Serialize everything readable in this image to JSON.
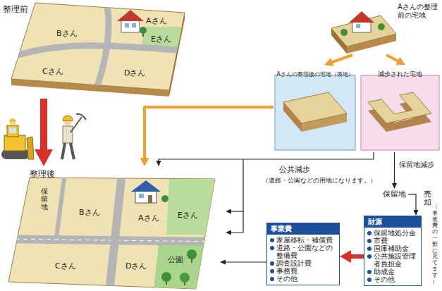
{
  "diagram": {
    "nodes": [
      {
        "text": [
          "整理前"
        ]
      },
      {
        "text": [
          "Aさんの整理前の宅地"
        ]
      },
      {
        "text": [
          "Aさんの整理後の宅地（換地）"
        ]
      },
      {
        "text": [
          "減歩された宅地"
        ]
      },
      {
        "text": [
          "整理後"
        ]
      },
      {
        "text": [
          "保留地"
        ]
      },
      {
        "text": [
          "事業費",
          "家屋移転・補償費",
          "道路・公園などの整備費",
          "調査設計費",
          "事務費",
          "その他"
        ]
      },
      {
        "text": [
          "財源",
          "保留地処分金",
          "市費",
          "国庫補助金",
          "公共施設管理者負担金",
          "助成金",
          "その他"
        ]
      }
    ],
    "edges": [
      {
        "from": 0,
        "to": 4,
        "arrow": "to"
      },
      {
        "from": 1,
        "to": 2,
        "arrow": "to"
      },
      {
        "from": 1,
        "to": 3,
        "arrow": "to"
      },
      {
        "from": 2,
        "to": 4,
        "arrow": "to"
      },
      {
        "from": 3,
        "to": 4,
        "arrow": "to",
        "label": "公共減歩"
      },
      {
        "from": 3,
        "to": 5,
        "arrow": "to",
        "label": "保留地減歩"
      },
      {
        "from": 5,
        "to": 7,
        "arrow": "to",
        "label": "売却"
      },
      {
        "from": 7,
        "to": 6,
        "arrow": "to"
      },
      {
        "from": 6,
        "to": 4,
        "arrow": "to"
      }
    ],
    "labels": [
      "Aさん",
      "Bさん",
      "Eさん",
      "Cさん",
      "Dさん",
      "保留地",
      "Bさん",
      "Aさん",
      "Eさん",
      "Cさん",
      "Dさん",
      "公園",
      "（道路・公園などの用地になります。）",
      "（事業費の一部に充てます）"
    ]
  }
}
